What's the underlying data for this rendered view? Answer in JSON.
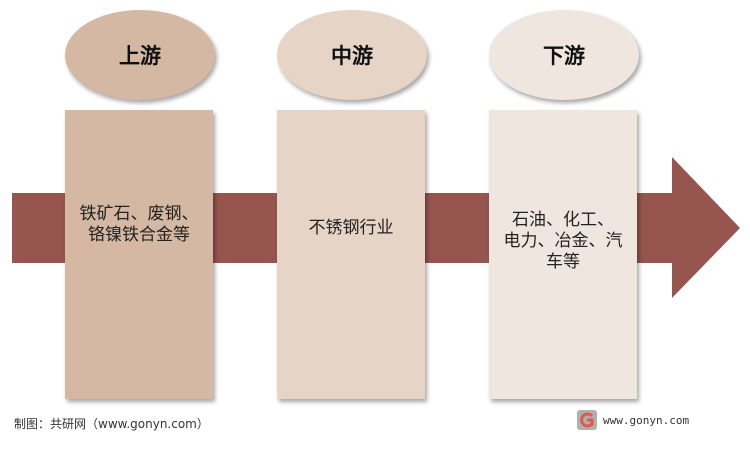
{
  "colors": {
    "arrow": "#975550",
    "upstream": "#d4b8a3",
    "midstream": "#e6d4c6",
    "downstream": "#f0e6e0",
    "logo_red": "#e05a4a",
    "logo_gray": "#b0b0b0"
  },
  "stages": [
    {
      "title": "上游",
      "lines": [
        "铁矿石、废钢、",
        "铬镍铁合金等"
      ]
    },
    {
      "title": "中游",
      "lines": [
        "不锈钢行业"
      ]
    },
    {
      "title": "下游",
      "lines": [
        "石油、化工、",
        "电力、冶金、汽",
        "车等"
      ]
    }
  ],
  "footer": {
    "source": "制图：共研网（www.gonyn.com）",
    "watermark_icon": "gonyn-logo-icon",
    "watermark_url": "www.gonyn.com"
  }
}
